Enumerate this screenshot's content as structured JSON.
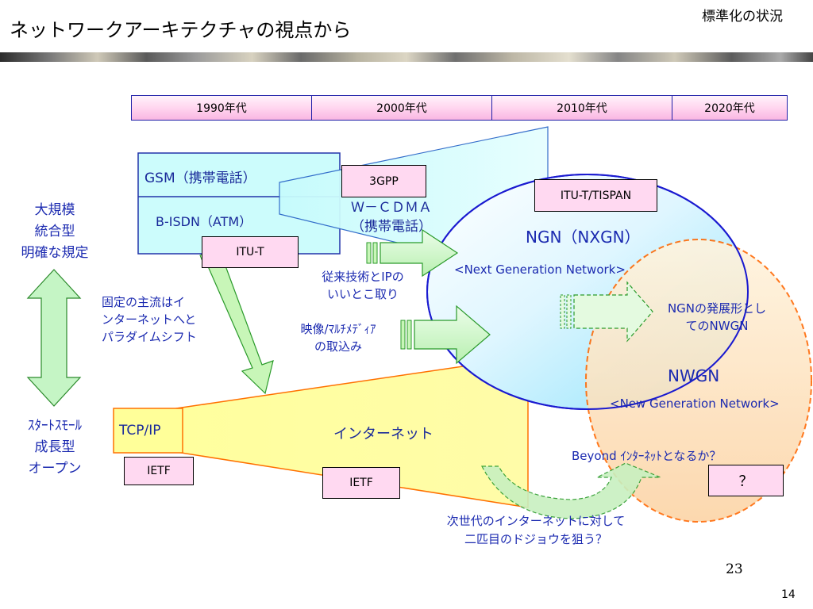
{
  "title": "ネットワークアーキテクチャの視点から",
  "header_right": "標準化の状況",
  "timeline": [
    "1990年代",
    "2000年代",
    "2010年代",
    "2020年代"
  ],
  "left": {
    "top_lines": [
      "大規模",
      "統合型",
      "明確な規定"
    ],
    "bottom_lines": [
      "ｽﾀｰﾄｽﾓｰﾙ",
      "成長型",
      "オープン"
    ]
  },
  "gsm": "GSM（携帯電話）",
  "bisdn": "B-ISDN（ATM）",
  "itu_t": "ITU-T",
  "wcdma": [
    "Ｗ－ＣＤＭＡ",
    "（携帯電話）"
  ],
  "threegpp": "3GPP",
  "itu_tispan": "ITU-T/TISPAN",
  "ngn": {
    "title": "NGN（NXGN）",
    "subtitle": "<Next Generation Network>"
  },
  "nwgn": {
    "title": "NWGN",
    "subtitle": "<New Generation Network>"
  },
  "arrow_labels": {
    "legacy": [
      "従来技術とIPの",
      "いいとこ取り"
    ],
    "media": [
      "映像/ﾏﾙﾁﾒﾃﾞｨｱ",
      "の取込み"
    ],
    "paradigm": [
      "固定の主流はイ",
      "ンターネットへと",
      "パラダイムシフト"
    ],
    "ngn_evolution": [
      "NGNの発展形とし",
      "てのNWGN"
    ],
    "beyond": "Beyond ｲﾝﾀｰﾈｯﾄとなるか？",
    "next_internet": [
      "次世代のインターネットに対して",
      "二匹目のドジョウを狙う？"
    ]
  },
  "tcpip": "TCP/IP",
  "internet": "インターネット",
  "ietf": "IETF",
  "question": "？",
  "slide_number": "23",
  "page_number": "14",
  "colors": {
    "accent_blue": "#1b2ab0",
    "timeline_pink": "#ffd3ee",
    "gsm_cyan": "#ccfcfc",
    "internet_yellow": "#ffff99",
    "nwgn_orange": "#fce4b8",
    "arrow_green": "#ccf6c4"
  }
}
